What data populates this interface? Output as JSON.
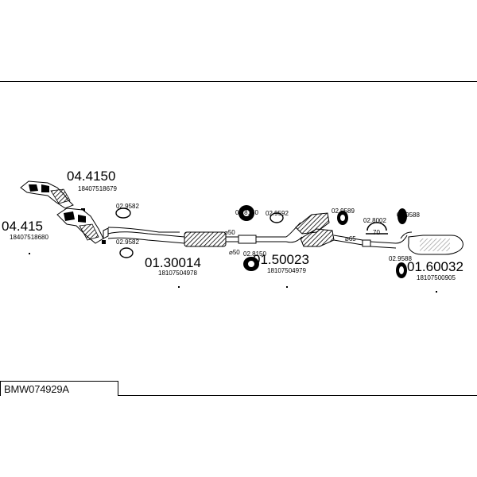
{
  "document": {
    "code": "BMW074929A"
  },
  "parts": {
    "manifold_front": {
      "number": "04.4150",
      "oem": "18407518679"
    },
    "manifold_rear": {
      "number": "04.415",
      "oem": "18407518680"
    },
    "front_pipe": {
      "number": "01.30014",
      "oem": "18107504978"
    },
    "middle_silencer": {
      "number": "01.50023",
      "oem": "18107504979"
    },
    "rear_silencer": {
      "number": "01.60032",
      "oem": "18107500905"
    }
  },
  "fittings": {
    "f1": "02.9582",
    "f2": "02.9582",
    "f3": "02.8150",
    "f4": "02.9592",
    "f5": "02.9589",
    "f6": "02.8002",
    "f7": "02.9588",
    "f8": "02.8150",
    "f9": "02.9588"
  },
  "diameters": {
    "d1": "⌀50",
    "d2": "⌀50",
    "d3": "⌀65"
  },
  "diagram_labels": {
    "clamp_70": "70"
  },
  "icons": [
    "exhaust-manifold-icon",
    "gasket-icon",
    "rubber-mount-icon",
    "silencer-icon",
    "clamp-icon"
  ]
}
